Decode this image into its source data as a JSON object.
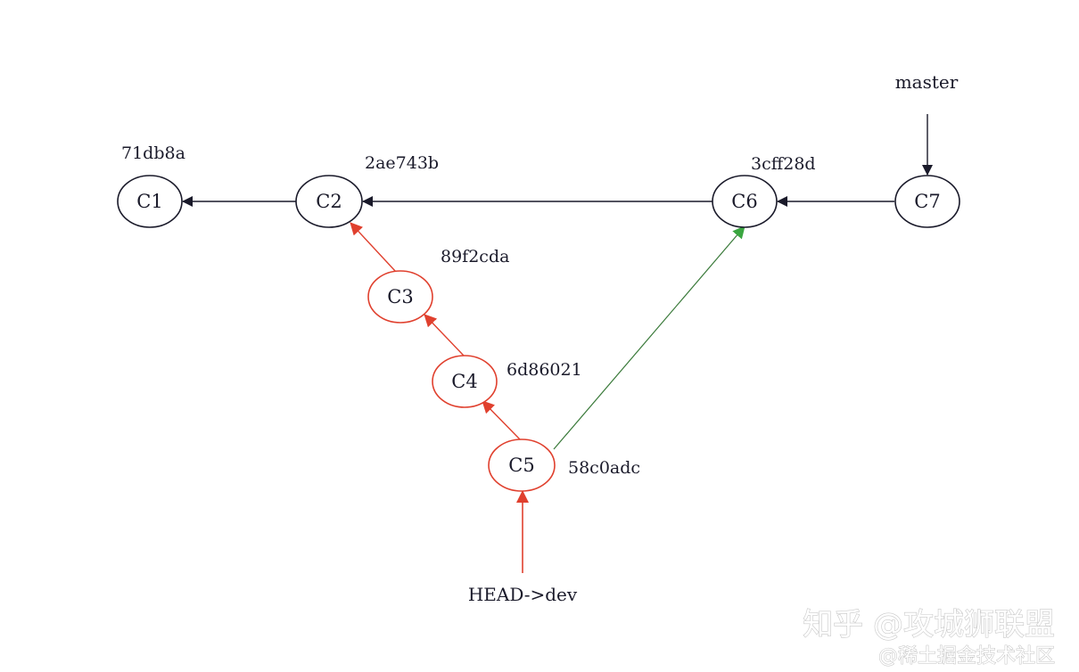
{
  "diagram": {
    "nodes": [
      {
        "id": "c1",
        "label": "C1",
        "hash": "71db8a"
      },
      {
        "id": "c2",
        "label": "C2",
        "hash": "2ae743b"
      },
      {
        "id": "c3",
        "label": "C3",
        "hash": "89f2cda"
      },
      {
        "id": "c4",
        "label": "C4",
        "hash": "6d86021"
      },
      {
        "id": "c5",
        "label": "C5",
        "hash": "58c0adc"
      },
      {
        "id": "c6",
        "label": "C6",
        "hash": "3cff28d"
      },
      {
        "id": "c7",
        "label": "C7"
      }
    ],
    "refs": {
      "master": "master",
      "head": "HEAD->dev"
    },
    "colors": {
      "black": "#1a1a2a",
      "red": "#e0402e",
      "green": "#3aa640"
    }
  },
  "watermark": {
    "main": "知乎 @攻城狮联盟",
    "sub": "@稀土掘金技术社区"
  }
}
